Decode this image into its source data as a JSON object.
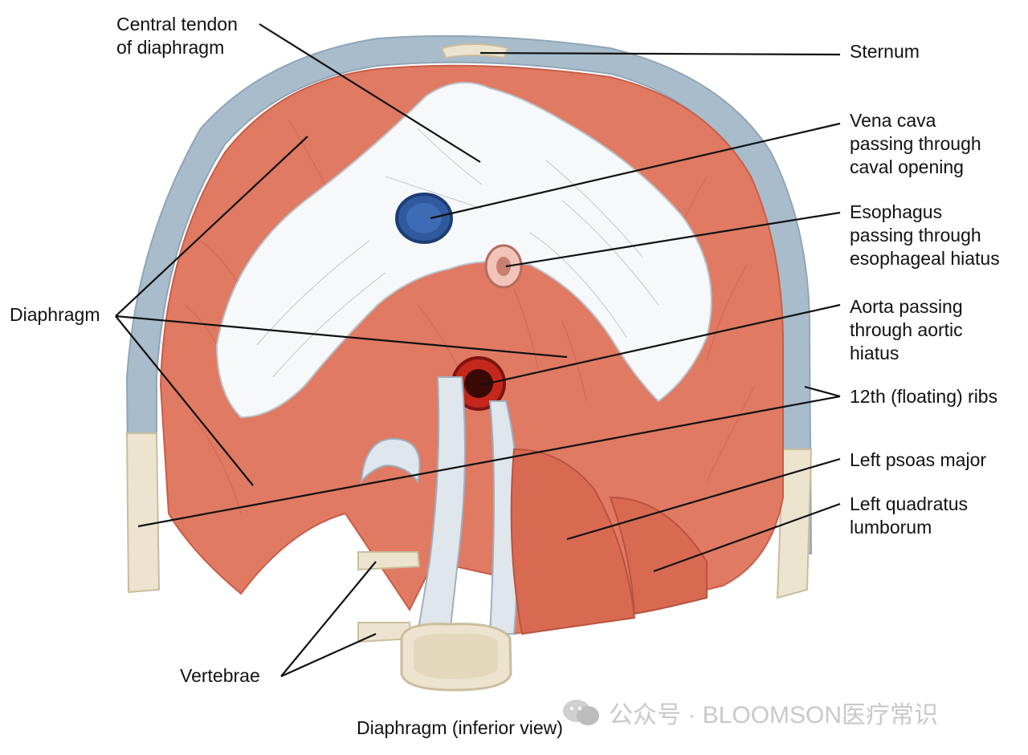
{
  "labels": {
    "central_tendon": [
      "Central tendon",
      "of diaphragm"
    ],
    "sternum": [
      "Sternum"
    ],
    "vena_cava": [
      "Vena cava",
      "passing through",
      "caval opening"
    ],
    "esophagus": [
      "Esophagus",
      "passing through",
      "esophageal hiatus"
    ],
    "aorta": [
      "Aorta passing",
      "through aortic",
      "hiatus"
    ],
    "diaphragm": [
      "Diaphragm"
    ],
    "floating_ribs": [
      "12th (floating) ribs"
    ],
    "left_psoas": [
      "Left psoas major"
    ],
    "left_quadratus": [
      "Left quadratus",
      "lumborum"
    ],
    "vertebrae": [
      "Vertebrae"
    ]
  },
  "caption": "Diaphragm (inferior view)",
  "watermark": "公众号 · BLOOMSON医疗常识",
  "colors": {
    "muscle": "#e07a62",
    "muscle_dark": "#c85e48",
    "tendon": "#f7f8f9",
    "tendon_line": "#b9c6d2",
    "cartilage": "#a9bccb",
    "bone": "#ece4cf",
    "vena_cava": "#2f5a9e",
    "aorta": "#c4281c",
    "esophagus": "#f2c3b9",
    "leader": "#111111"
  }
}
